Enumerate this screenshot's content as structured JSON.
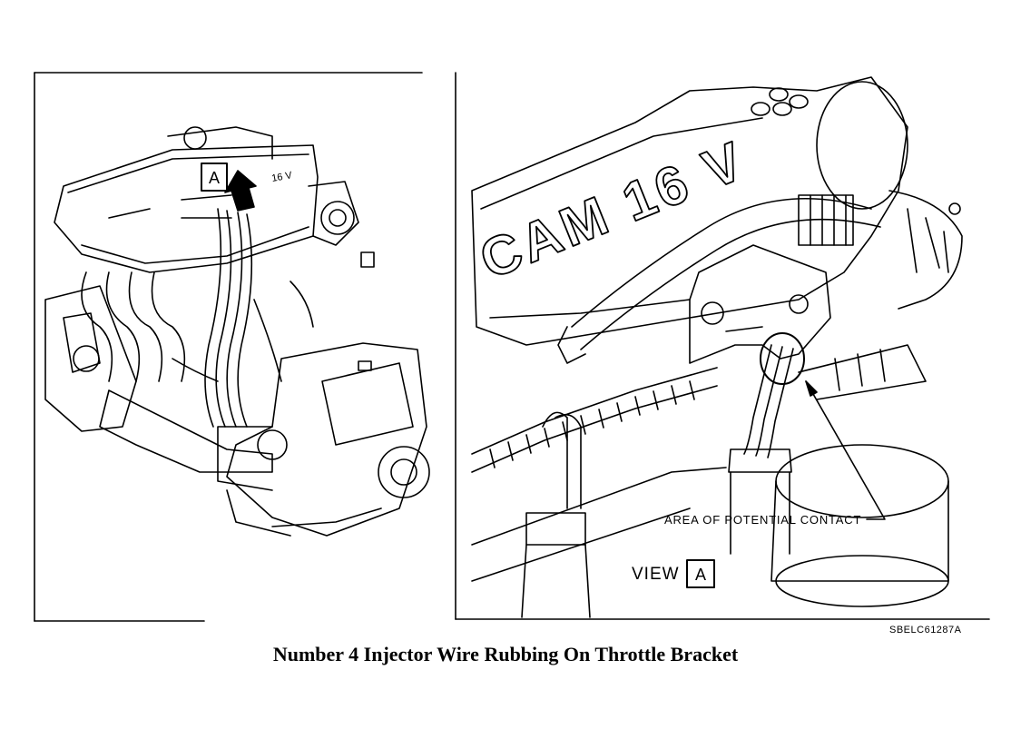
{
  "left_panel": {
    "view_marker": "A",
    "cover_text": "16 V"
  },
  "right_panel": {
    "cover_text": "CAM 16 V",
    "callout": "AREA OF POTENTIAL CONTACT",
    "view_label": "VIEW",
    "view_marker": "A"
  },
  "figure_code": "SBELC61287A",
  "caption": "Number 4 Injector Wire Rubbing On Throttle Bracket"
}
